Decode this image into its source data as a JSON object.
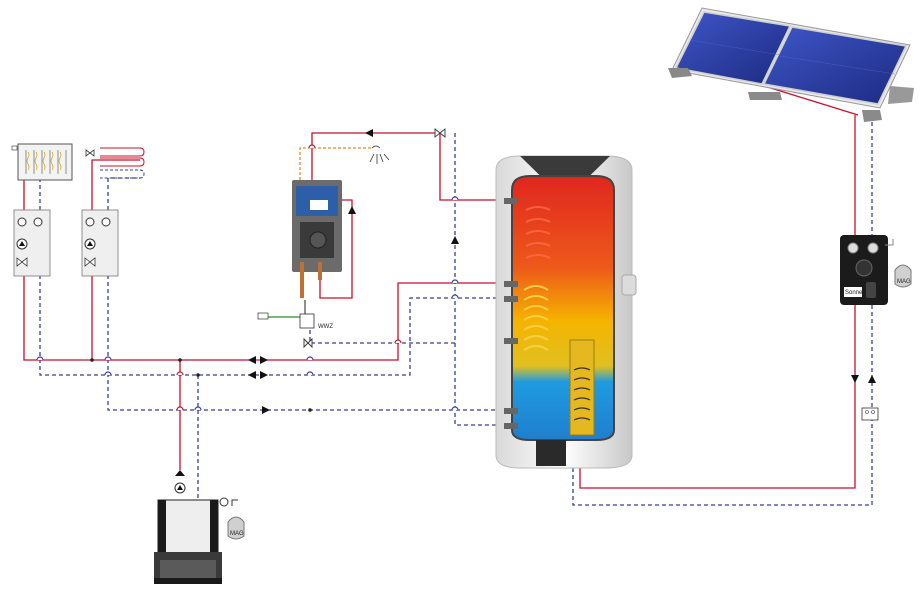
{
  "colors": {
    "flow_line": "#c8102e",
    "return_line": "#3b3f9e",
    "heat_line": "#e08a2a",
    "cold_line": "#2e8b2e",
    "tank_hot": "#e0261f",
    "tank_warm": "#f5b400",
    "tank_cold": "#1f9be0",
    "collector_panel": "#2a3a9a"
  },
  "labels": {
    "module_wwz": "WWZ",
    "solar_station_brand": "Sonnenkraft",
    "expansion_vessel_solar": "MAG",
    "expansion_vessel_boiler": "MAG"
  },
  "icons": [
    "solar-collector-icon",
    "hot-water-tank-icon",
    "solar-station-icon",
    "expansion-vessel-icon",
    "heating-pump-group-icon",
    "radiator-icon",
    "floor-heating-icon",
    "shower-icon",
    "boiler-icon",
    "fresh-water-module-icon",
    "mixing-valve-icon",
    "flow-meter-icon",
    "flow-arrow-icon"
  ]
}
